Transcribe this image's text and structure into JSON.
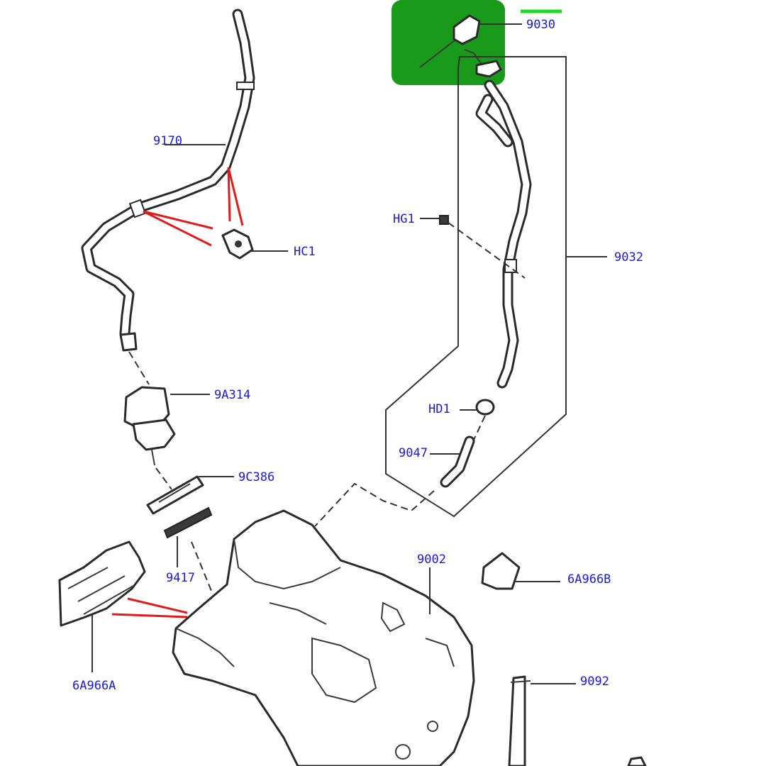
{
  "labels": {
    "p9030": "9030",
    "p9170": "9170",
    "hc1": "HC1",
    "hg1": "HG1",
    "p9032a": "9032",
    "p9a314": "9A314",
    "hd1": "HD1",
    "p9047": "9047",
    "p9c386": "9C386",
    "p9417": "9417",
    "p9002": "9002",
    "p6a966b": "6A966B",
    "p6a966a": "6A966A",
    "p9092": "9092"
  },
  "colors": {
    "highlight": "#1a9a1a",
    "highlight_marker": "#22d822",
    "label_text": "#1a1ad8",
    "callout_red": "#e21a1a"
  }
}
